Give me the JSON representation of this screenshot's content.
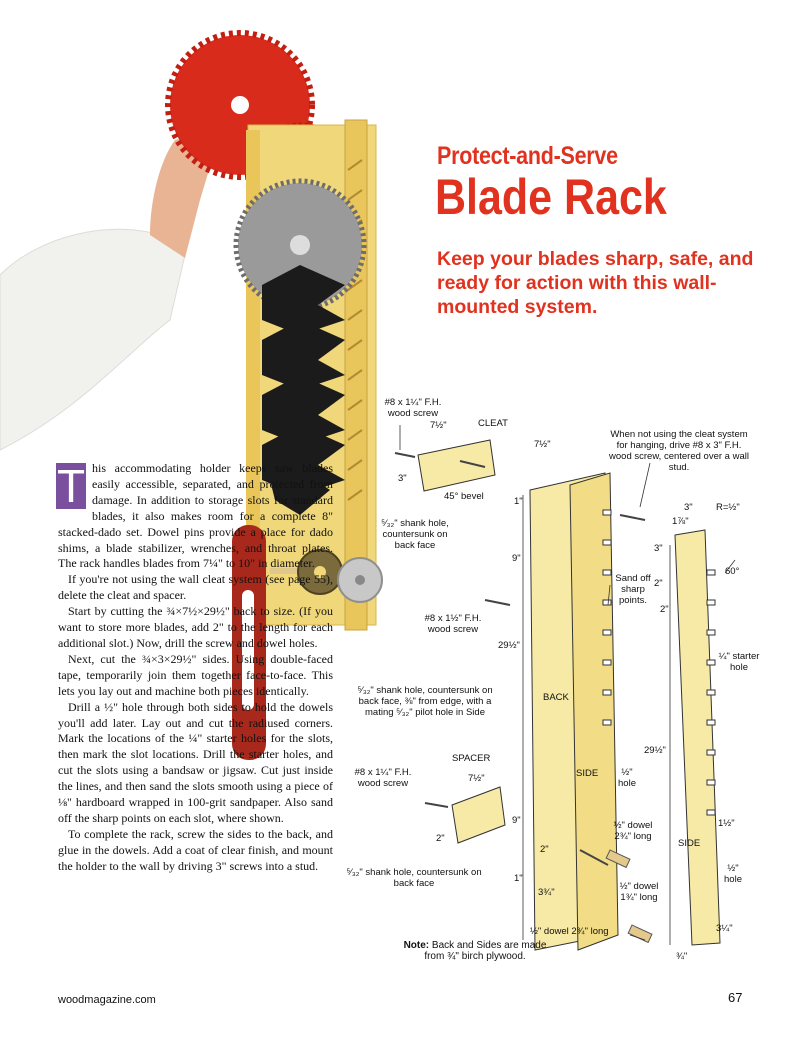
{
  "article": {
    "kicker": "Protect-and-Serve",
    "title": "Blade Rack",
    "deck": "Keep your blades sharp, safe, and ready for action with this wall-mounted system.",
    "dropcap": "T",
    "paragraphs": [
      "his accommodating holder keeps saw blades easily accessible, separated, and protected from damage. In addition to storage slots for standard blades, it also makes room for a complete 8\" stacked-dado set. Dowel pins provide a place for dado shims, a blade stabilizer, wrenches, and throat plates. The rack handles blades from 7¼\" to 10\" in diameter.",
      "If you're not using the wall cleat system (see page 55), delete the cleat and spacer.",
      "Start by cutting the ¾×7½×29½\" back to size. (If you want to store more blades, add 2\" to the length for each additional slot.) Now, drill the screw and dowel holes.",
      "Next, cut the ¾×3×29½\" sides. Using double-faced tape, temporarily join them together face-to-face. This lets you lay out and machine both pieces identically.",
      "Drill a ½\" hole through both sides to hold the dowels you'll add later. Lay out and cut the radiused corners. Mark the locations of the ¼\" starter holes for the slots, then mark the slot locations. Drill the starter holes, and cut the slots using a bandsaw or jigsaw. Cut just inside the lines, and then sand the slots smooth using a piece of ⅛\" hardboard wrapped in 100-grit sandpaper. Also sand off the sharp points on each slot, where shown.",
      "To complete the rack, screw the sides to the back, and glue in the dowels. Add a coat of clear finish, and mount the holder to the wall by driving 3\" screws into a stud."
    ]
  },
  "diagram": {
    "labels": {
      "screw_cleat": "#8 x 1¼\" F.H. wood screw",
      "cleat": "CLEAT",
      "cleat_width": "7½\"",
      "cleat_height": "3\"",
      "bevel": "45° bevel",
      "shank_cleat": "⁵⁄₃₂\" shank hole, countersunk on back face",
      "wall_note": "When not using the cleat system for hanging, drive #8 x 3\" F.H. wood screw, centered over a wall stud.",
      "back_width": "7½\"",
      "one_inch_top": "1\"",
      "nine_top": "9\"",
      "screw_back": "#8 x 1½\" F.H. wood screw",
      "back_length": "29½\"",
      "shank_back": "⁵⁄₃₂\" shank hole, countersunk on back face, ⅜\" from edge, with a mating ⁵⁄₃₂\" pilot hole in Side",
      "back": "BACK",
      "sand_note": "Sand off sharp points.",
      "side_width": "3\"",
      "radius": "R=½\"",
      "one_seven_eighths": "1⅞\"",
      "three": "3\"",
      "two_a": "2\"",
      "two_b": "2\"",
      "sixty": "60°",
      "starter": "¼\" starter hole",
      "side_length": "29½\"",
      "one_half": "1½\"",
      "side_right": "SIDE",
      "half_hole_right": "½\" hole",
      "three_quarter_bottom": "3¼\"",
      "three_quarters": "¾\"",
      "spacer": "SPACER",
      "screw_spacer": "#8 x 1¼\" F.H. wood screw",
      "spacer_width": "7½\"",
      "spacer_height": "2\"",
      "shank_spacer": "⁵⁄₃₂\" shank hole, countersunk on back face",
      "nine_bottom": "9\"",
      "two_bottom": "2\"",
      "one_bottom": "1\"",
      "three_three_quarter": "3¾\"",
      "side_center": "SIDE",
      "half_hole_center": "½\" hole",
      "dowel_a": "½\" dowel 2¾\" long",
      "dowel_b": "½\" dowel 1¾\" long",
      "dowel_c": "½\" dowel 2¾\" long",
      "note_bold": "Note:",
      "note_text": "Back and Sides are made from ¾\" birch plywood."
    }
  },
  "footer": {
    "site": "woodmagazine.com",
    "page": "67"
  },
  "colors": {
    "accent": "#e0321e",
    "dropcap": "#7a4f9e",
    "wood": "#f5e6a0"
  }
}
